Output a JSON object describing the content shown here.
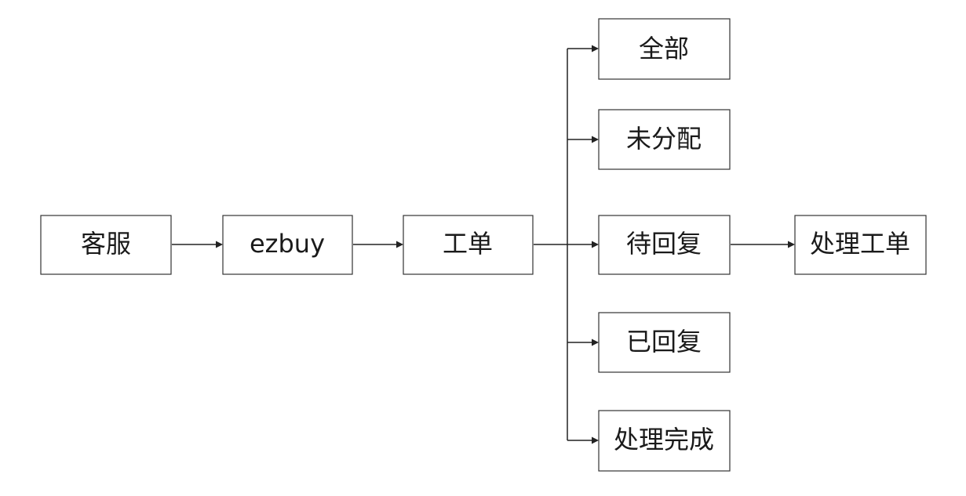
{
  "nodes": {
    "kefu": "客服",
    "ezbuy": "ezbuy",
    "gongdan": "工单",
    "quanbu": "全部",
    "weifenpei": "未分配",
    "daihuifu": "待回复",
    "yihuifu": "已回复",
    "chuliwancheng": "处理完成",
    "chuligongdan": "处理工单"
  },
  "edges": [
    {
      "from": "kefu",
      "to": "ezbuy"
    },
    {
      "from": "ezbuy",
      "to": "gongdan"
    },
    {
      "from": "gongdan",
      "to": "quanbu"
    },
    {
      "from": "gongdan",
      "to": "weifenpei"
    },
    {
      "from": "gongdan",
      "to": "daihuifu"
    },
    {
      "from": "gongdan",
      "to": "yihuifu"
    },
    {
      "from": "gongdan",
      "to": "chuliwancheng"
    },
    {
      "from": "daihuifu",
      "to": "chuligongdan"
    }
  ]
}
